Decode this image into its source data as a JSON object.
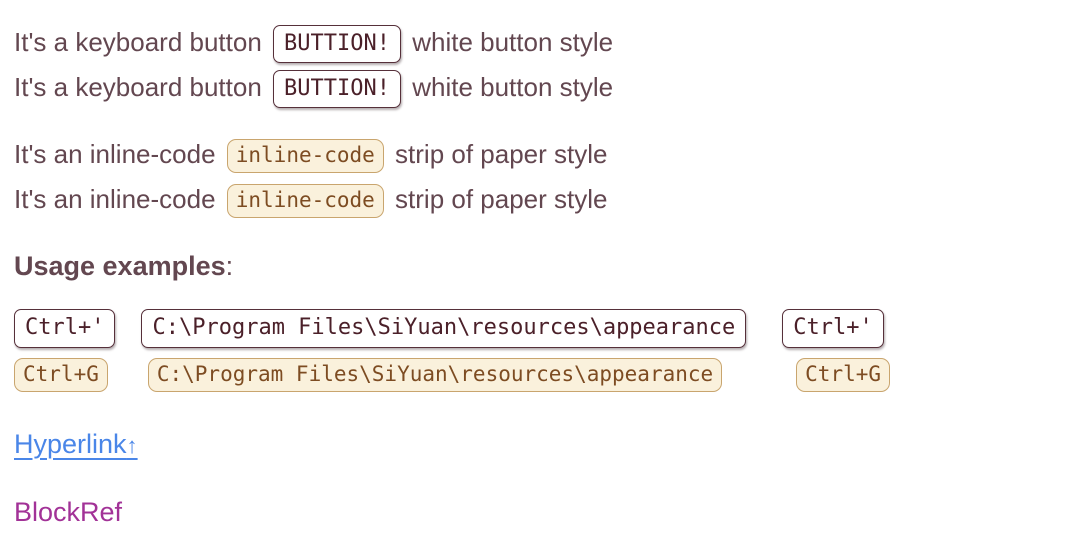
{
  "colors": {
    "body_text": "#634750",
    "kbd_border": "#56303a",
    "kbd_text": "#4b2029",
    "kbd_bg": "#ffffff",
    "code_bg": "#faf1dc",
    "code_border": "#c9a56e",
    "code_text": "#7d4c22",
    "link": "#4a86e8",
    "blockref": "#a23297",
    "page_bg": "#ffffff"
  },
  "content": {
    "keyboard_line": {
      "before": "It's a keyboard button",
      "button": "BUTTION!",
      "after": "white button style"
    },
    "inline_code_line": {
      "before": "It's an inline-code",
      "code": "inline-code",
      "after": "strip of paper style"
    },
    "heading": {
      "bold": "Usage examples",
      "suffix": ":"
    },
    "shortcut_rows": {
      "kbd_key": "Ctrl+'",
      "kbd_path": "C:\\Program Files\\SiYuan\\resources\\appearance",
      "code_key": "Ctrl+G",
      "code_path": "C:\\Program Files\\SiYuan\\resources\\appearance"
    },
    "hyperlink": {
      "label": "Hyperlink",
      "arrow": "↑"
    },
    "blockref_label": "BlockRef"
  }
}
